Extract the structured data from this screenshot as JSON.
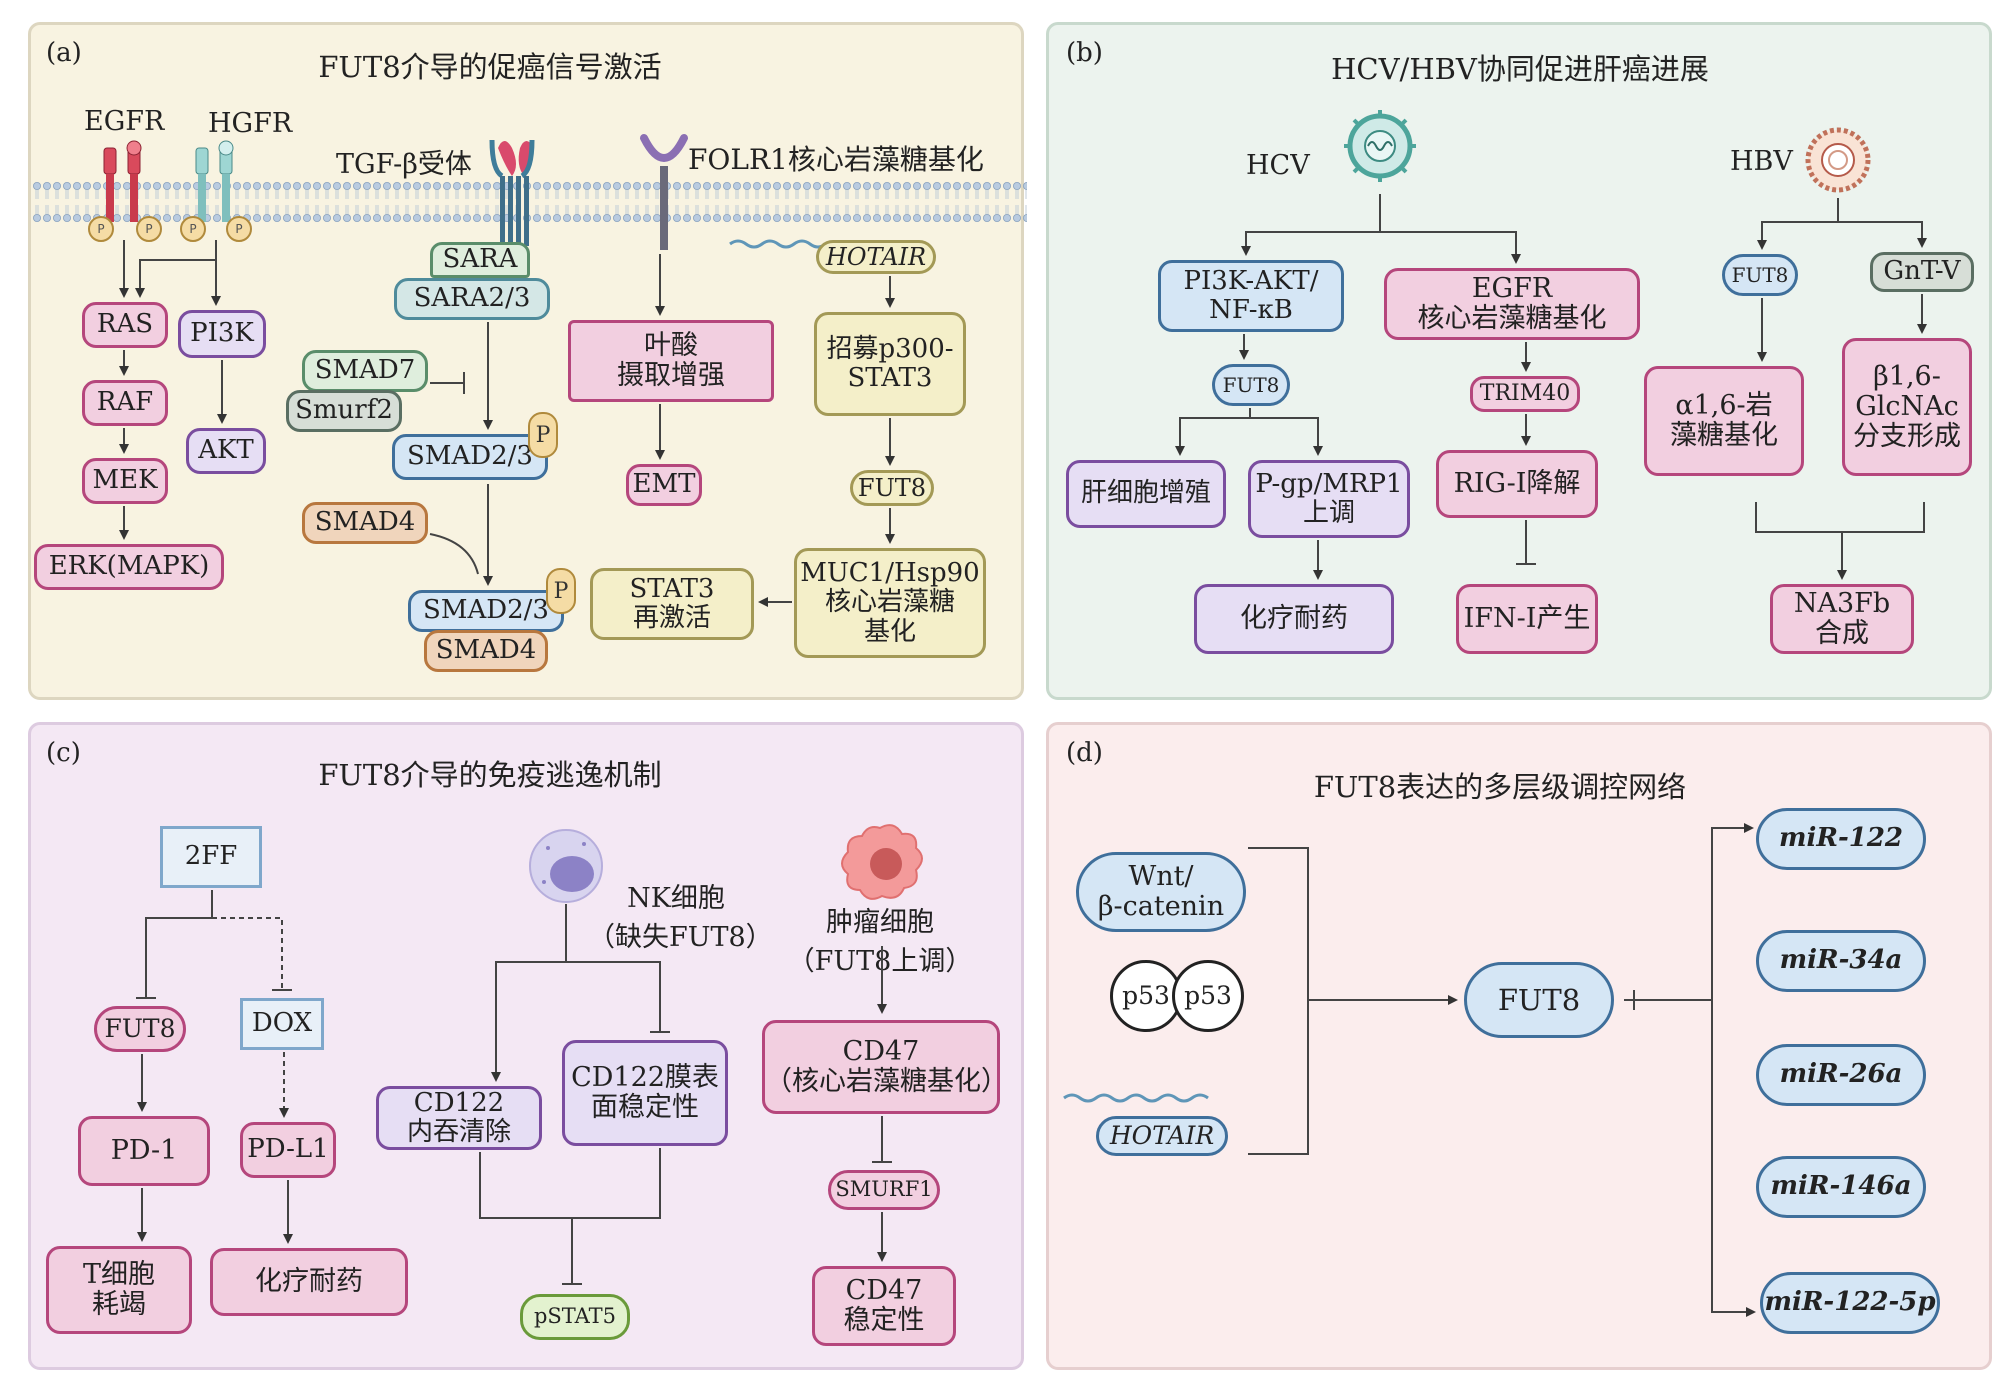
{
  "panels": {
    "a": {
      "label": "(a)",
      "title": "FUT8介导的促癌信号激活"
    },
    "b": {
      "label": "(b)",
      "title": "HCV/HBV协同促进肝癌进展"
    },
    "c": {
      "label": "(c)",
      "title": "FUT8介导的免疫逃逸机制"
    },
    "d": {
      "label": "(d)",
      "title": "FUT8表达的多层级调控网络"
    }
  },
  "a": {
    "receptors": {
      "egfr": "EGFR",
      "hgfr": "HGFR",
      "tgfb": "TGF-β受体",
      "folr1": "FOLR1核心岩藻糖基化"
    },
    "phos_label": "P",
    "ras": "RAS",
    "raf": "RAF",
    "mek": "MEK",
    "erk": "ERK(MAPK)",
    "pi3k": "PI3K",
    "akt": "AKT",
    "sara": "SARA",
    "sara23": "SARA2/3",
    "smad7": "SMAD7",
    "smurf2": "Smurf2",
    "smad23": "SMAD2/3",
    "smad4": "SMAD4",
    "smad23b": "SMAD2/3",
    "smad4b": "SMAD4",
    "folate": "叶酸\n摄取增强",
    "emt": "EMT",
    "hotair": "HOTAIR",
    "recruit": "招募p300-\nSTAT3",
    "fut8": "FUT8",
    "muc1": "MUC1/Hsp90\n核心岩藻糖\n基化",
    "stat3": "STAT3\n再激活"
  },
  "b": {
    "hcv": "HCV",
    "hbv": "HBV",
    "pi3k_akt": "PI3K-AKT/\nNF-κB",
    "egfr_core": "EGFR\n核心岩藻糖基化",
    "fut8_left": "FUT8",
    "fut8_right": "FUT8",
    "gntv": "GnT-V",
    "hepato": "肝细胞增殖",
    "pgp": "P-gp/MRP1\n上调",
    "chemo": "化疗耐药",
    "trim40": "TRIM40",
    "rig": "RIG-I降解",
    "ifn": "IFN-I产生",
    "a16": "α1,6-岩\n藻糖基化",
    "b16": "β1,6-\nGlcNAc\n分支形成",
    "na3fb": "NA3Fb\n合成"
  },
  "c": {
    "ff2": "2FF",
    "fut8": "FUT8",
    "dox": "DOX",
    "pd1": "PD-1",
    "pdl1": "PD-L1",
    "tcell": "T细胞\n耗竭",
    "chemo": "化疗耐药",
    "nk": "NK细胞\n（缺失FUT8）",
    "cd122a": "CD122\n内吞清除",
    "cd122b": "CD122膜表\n面稳定性",
    "pstat5": "pSTAT5",
    "tumor": "肿瘤细胞\n（FUT8上调）",
    "cd47": "CD47\n（核心岩藻糖基化）",
    "smurf1": "SMURF1",
    "cd47stab": "CD47\n稳定性"
  },
  "d": {
    "wnt": "Wnt/\nβ-catenin",
    "p53a": "p53",
    "p53b": "p53",
    "hotair": "HOTAIR",
    "fut8": "FUT8",
    "mirs": [
      "miR-122",
      "miR-34a",
      "miR-26a",
      "miR-146a",
      "miR-122-5p"
    ]
  },
  "colors": {
    "panel_a": "#f8f3e1",
    "panel_b": "#ecf3ee",
    "panel_c": "#f4e8f4",
    "panel_d": "#fbeded"
  }
}
